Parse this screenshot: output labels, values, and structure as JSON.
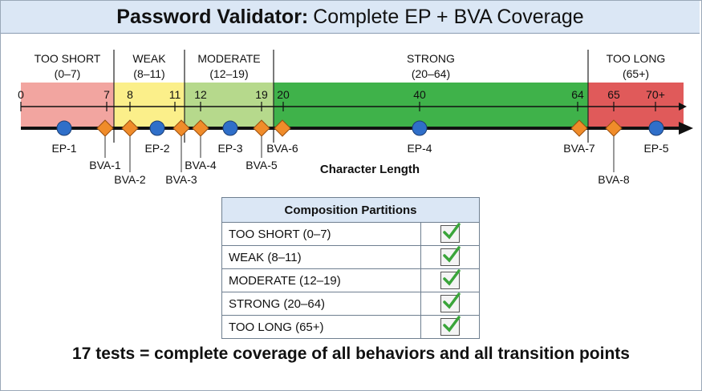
{
  "title": {
    "bold": "Password Validator:",
    "rest": "Complete EP + BVA Coverage"
  },
  "partitions": [
    {
      "name": "TOO SHORT",
      "range": "(0–7)",
      "color": "#f2a5a0"
    },
    {
      "name": "WEAK",
      "range": "(8–11)",
      "color": "#fbef8a"
    },
    {
      "name": "MODERATE",
      "range": "(12–19)",
      "color": "#b6d98c"
    },
    {
      "name": "STRONG",
      "range": "(20–64)",
      "color": "#3fb24a"
    },
    {
      "name": "TOO LONG",
      "range": "(65+)",
      "color": "#e05a5a"
    }
  ],
  "ticks": [
    "0",
    "7",
    "8",
    "11",
    "12",
    "19",
    "20",
    "40",
    "64",
    "65",
    "70+"
  ],
  "axis_label": "Character Length",
  "ep_points": [
    "EP-1",
    "EP-2",
    "EP-3",
    "EP-4",
    "EP-5"
  ],
  "bva_points": [
    "BVA-1",
    "BVA-2",
    "BVA-3",
    "BVA-4",
    "BVA-5",
    "BVA-6",
    "BVA-7",
    "BVA-8"
  ],
  "colors": {
    "ep": "#2f6fc9",
    "bva": "#f08c2a",
    "axis": "#111111",
    "header_bg": "#dbe7f5"
  },
  "table": {
    "header": "Composition Partitions",
    "rows": [
      "TOO SHORT (0–7)",
      "WEAK (8–11)",
      "MODERATE (12–19)",
      "STRONG (20–64)",
      "TOO LONG (65+)"
    ],
    "checked": [
      true,
      true,
      true,
      true,
      true
    ]
  },
  "footer": "17 tests = complete coverage of all behaviors and all transition points"
}
